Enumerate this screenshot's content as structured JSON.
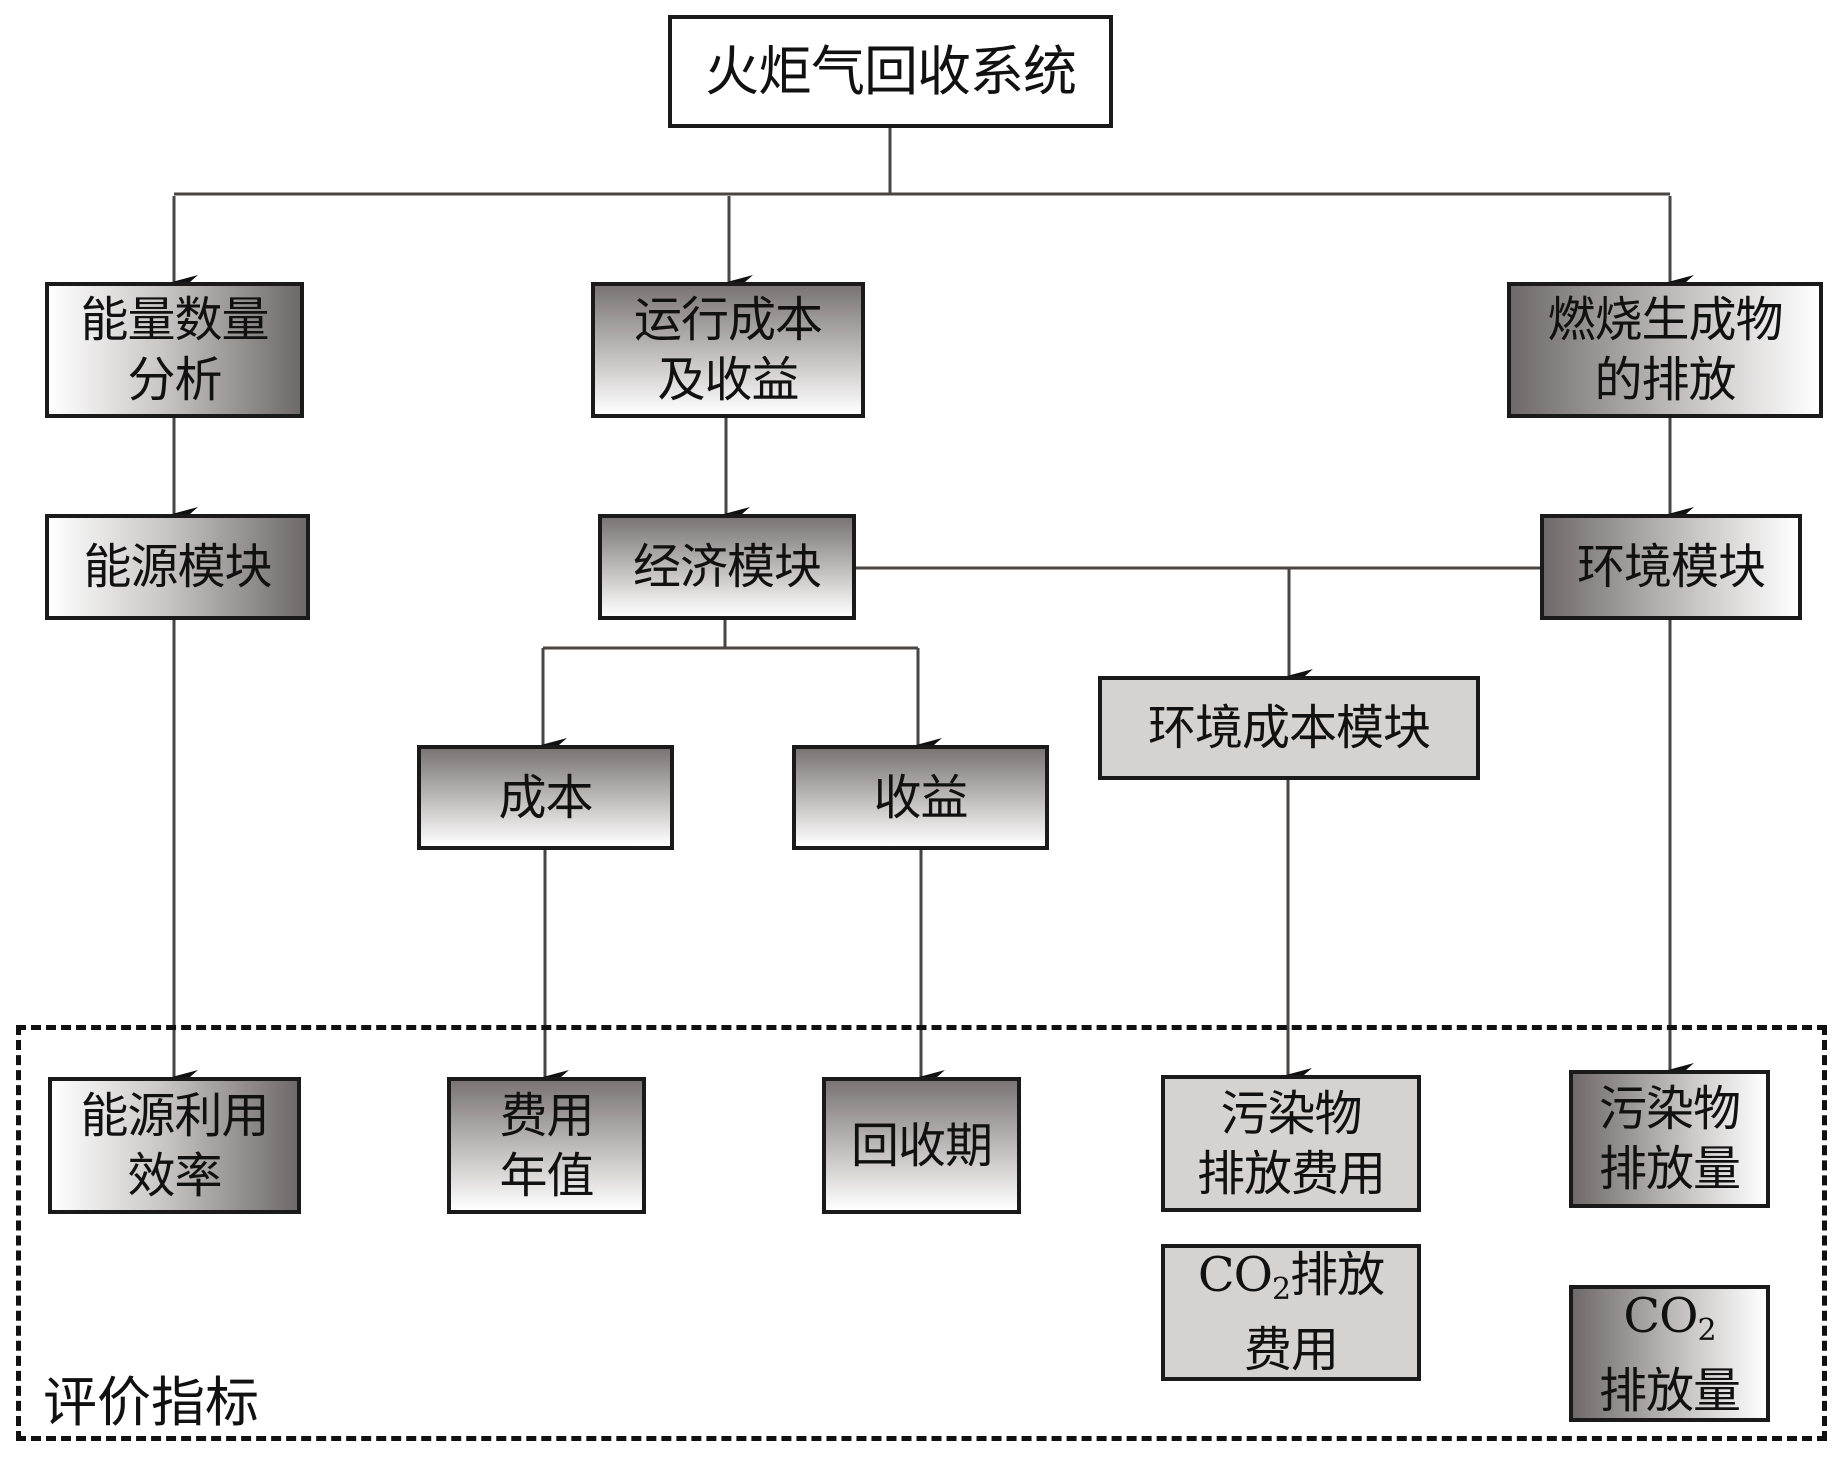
{
  "diagram": {
    "root": "火炬气回收系统",
    "level1": {
      "energy": [
        "能量数量",
        "分析"
      ],
      "economic": [
        "运行成本",
        "及收益"
      ],
      "environment": [
        "燃烧生成物",
        "的排放"
      ]
    },
    "level2": {
      "energy": "能源模块",
      "economic": "经济模块",
      "environment": "环境模块"
    },
    "economic_children": {
      "cost": "成本",
      "revenue": "收益"
    },
    "env_cost_module": "环境成本模块",
    "evaluation": {
      "label": "评价指标",
      "energy_efficiency": [
        "能源利用",
        "效率"
      ],
      "annual_cost": [
        "费用",
        "年值"
      ],
      "payback_period": "回收期",
      "pollutant_fee": [
        "污染物",
        "排放费用"
      ],
      "co2_fee": {
        "formula": "CO",
        "subscript": "2",
        "line1_suffix": "排放",
        "line2": "费用"
      },
      "pollutant_amount": [
        "污染物",
        "排放量"
      ],
      "co2_amount": {
        "formula": "CO",
        "subscript": "2",
        "line2": "排放量"
      }
    }
  }
}
